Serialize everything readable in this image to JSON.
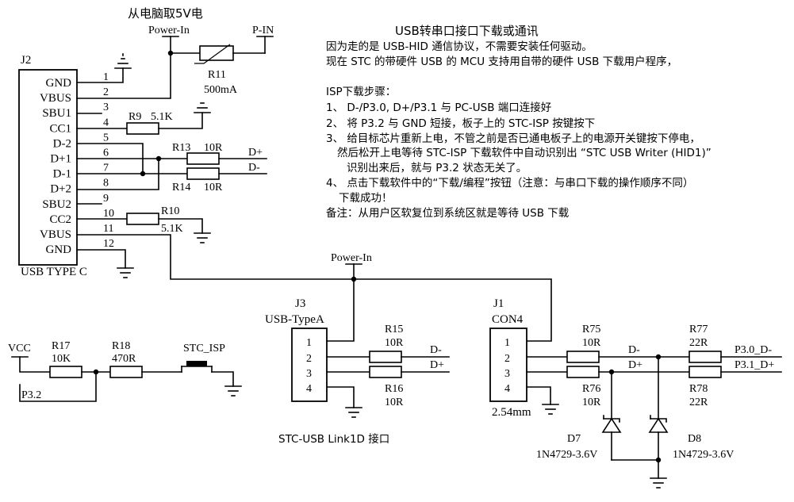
{
  "title_text": {
    "main": "USB转串口接口下载或通讯",
    "lines": [
      "因为走的是 USB-HID 通信协议，不需要安装任何驱动。",
      "现在 STC 的带硬件 USB 的 MCU 支持用自带的硬件 USB 下载用户程序，",
      "ISP下载步骤：",
      "1、 D-/P3.0, D+/P3.1 与 PC-USB 端口连接好",
      "2、 将 P3.2 与 GND 短接，板子上的 STC-ISP 按键按下",
      "3、 给目标芯片重新上电，不管之前是否已通电板子上的电源开关键按下停电，",
      "然后松开上电等待 STC-ISP 下载软件中自动识别出 “STC USB Writer (HID1)”",
      "识别出来后，就与 P3.2 状态无关了。",
      "4、 点击下载软件中的“下载/编程”按钮（注意：与串口下载的操作顺序不同）",
      "下载成功！",
      "备注：从用户区软复位到系统区就是等待 USB 下载"
    ]
  },
  "power_note": "从电脑取5V电",
  "j2": {
    "ref": "J2",
    "name": "USB TYPE C",
    "pins": [
      {
        "num": "1",
        "name": "GND"
      },
      {
        "num": "2",
        "name": "VBUS"
      },
      {
        "num": "3",
        "name": "SBU1"
      },
      {
        "num": "4",
        "name": "CC1"
      },
      {
        "num": "5",
        "name": "D-2"
      },
      {
        "num": "6",
        "name": "D+1"
      },
      {
        "num": "7",
        "name": "D-1"
      },
      {
        "num": "8",
        "name": "D+2"
      },
      {
        "num": "9",
        "name": "SBU2"
      },
      {
        "num": "10",
        "name": "CC2"
      },
      {
        "num": "11",
        "name": "VBUS"
      },
      {
        "num": "12",
        "name": "GND"
      }
    ]
  },
  "net_labels": {
    "power_in_top": "Power-In",
    "p_in": "P-IN",
    "power_in_mid": "Power-In",
    "d_plus_j2": "D+",
    "d_minus_j2": "D-",
    "vcc": "VCC",
    "p32": "P3.2",
    "j3_dm": "D-",
    "j3_dp": "D+",
    "j1_dm": "D-",
    "j1_dp": "D+",
    "p30": "P3.0_D-",
    "p31": "P3.1_D+"
  },
  "components": {
    "r11": {
      "ref": "R11",
      "value": "500mA"
    },
    "r9": {
      "ref": "R9",
      "value": "5.1K"
    },
    "r10": {
      "ref": "R10",
      "value": "5.1K"
    },
    "r13": {
      "ref": "R13",
      "value": "10R"
    },
    "r14": {
      "ref": "R14",
      "value": "10R"
    },
    "r15": {
      "ref": "R15",
      "value": "10R"
    },
    "r16": {
      "ref": "R16",
      "value": "10R"
    },
    "r17": {
      "ref": "R17",
      "value": "10K"
    },
    "r18": {
      "ref": "R18",
      "value": "470R"
    },
    "r75": {
      "ref": "R75",
      "value": "10R"
    },
    "r76": {
      "ref": "R76",
      "value": "10R"
    },
    "r77": {
      "ref": "R77",
      "value": "22R"
    },
    "r78": {
      "ref": "R78",
      "value": "22R"
    },
    "d7": {
      "ref": "D7",
      "value": "1N4729-3.6V"
    },
    "d8": {
      "ref": "D8",
      "value": "1N4729-3.6V"
    },
    "sw": {
      "ref": "STC_ISP"
    }
  },
  "j3": {
    "ref": "J3",
    "name": "USB-TypeA",
    "pins": [
      "1",
      "2",
      "3",
      "4"
    ],
    "caption": "STC-USB Link1D 接口"
  },
  "j1": {
    "ref": "J1",
    "name": "CON4",
    "pins": [
      "1",
      "2",
      "3",
      "4"
    ],
    "caption": "2.54mm"
  }
}
